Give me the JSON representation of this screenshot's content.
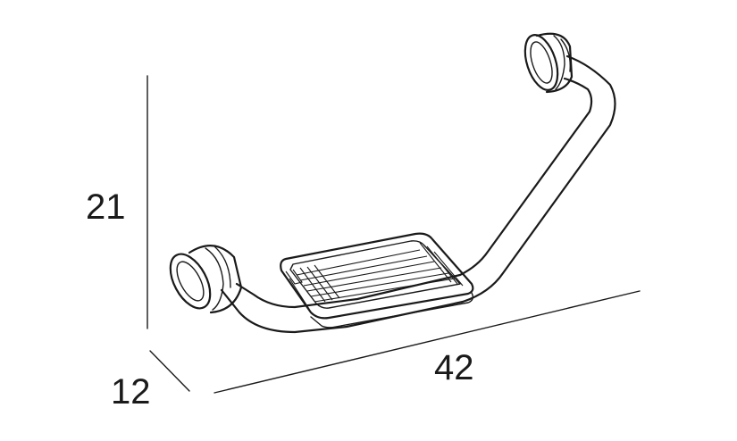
{
  "dimensions": {
    "height": "21",
    "depth": "12",
    "width": "42"
  }
}
